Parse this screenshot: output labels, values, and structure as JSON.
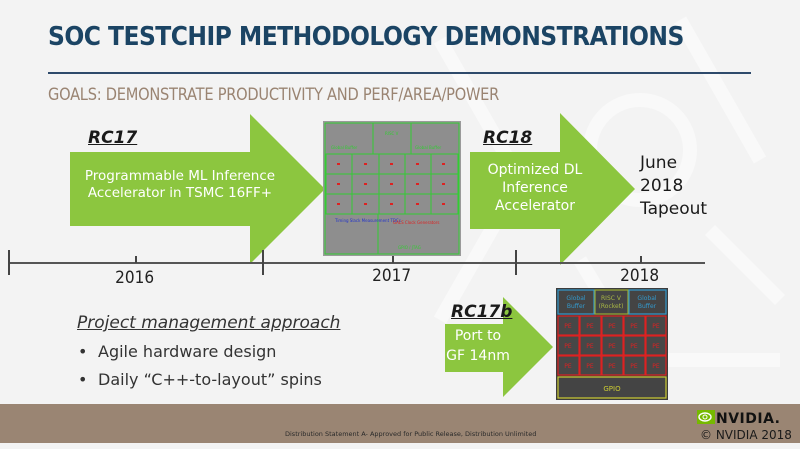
{
  "slide": {
    "title": "SOC TESTCHIP METHODOLOGY DEMONSTRATIONS",
    "goals": "GOALS:  DEMONSTRATE PRODUCTIVITY AND PERF/AREA/POWER",
    "colors": {
      "title": "#1b4464",
      "goals": "#9a8472",
      "arrow_green": "#8cc63f",
      "footer": "#9a8573"
    }
  },
  "milestones": [
    {
      "label": "RC17",
      "description": "Programmable ML Inference Accelerator in TSMC 16FF+",
      "line1": "Programmable ML Inference",
      "line2": "Accelerator in TSMC 16FF+"
    },
    {
      "label": "RC18",
      "line1": "Optimized DL",
      "line2": "Inference",
      "line3": "Accelerator"
    },
    {
      "label": "RC17b",
      "line1": "Port to",
      "line2": "GF 14nm"
    }
  ],
  "tapeout": {
    "line1": "June",
    "line2": "2018",
    "line3": "Tapeout"
  },
  "timeline": {
    "years": [
      "2016",
      "2017",
      "2018"
    ]
  },
  "chip_rc17": {
    "blocks": [
      "Global Buffer",
      "RISC V",
      "Global Buffer",
      "PE",
      "Timing Slack Measurement TDCs",
      "GALS Clock Generators",
      "GPIO / JTAG"
    ]
  },
  "chip_rc17b": {
    "blocks": [
      "Global Buffer",
      "RISC V (Rocket)",
      "Global Buffer",
      "PE",
      "GPIO"
    ]
  },
  "project_management": {
    "title": "Project management approach",
    "bullets": [
      "Agile hardware design",
      "Daily “C++-to-layout” spins"
    ],
    "bullet_glyph": "•"
  },
  "footer": {
    "note": "Distribution Statement A- Approved for Public Release, Distribution Unlimited",
    "logo": "NVIDIA.",
    "copyright": "© NVIDIA 2018"
  }
}
